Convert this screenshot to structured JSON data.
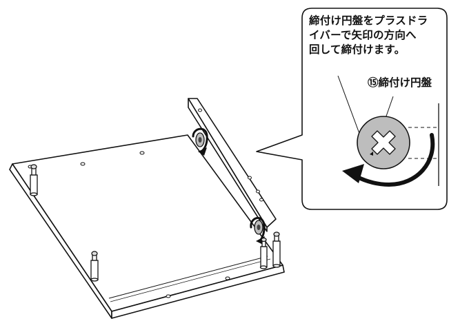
{
  "callout": {
    "lines": [
      "締付け円盤をプラスドラ",
      "イバーで矢印の方向へ",
      "回して締付けます。"
    ]
  },
  "part_label": "⑮締付け円盤",
  "colors": {
    "line": "#111111",
    "panel_fill": "#ffffff",
    "callout_border": "#111111",
    "disc_fill": "#bdbdbd",
    "arrow": "#1a1a1a"
  },
  "icons": [
    "rotation-arrow-icon",
    "phillips-cross-icon"
  ]
}
